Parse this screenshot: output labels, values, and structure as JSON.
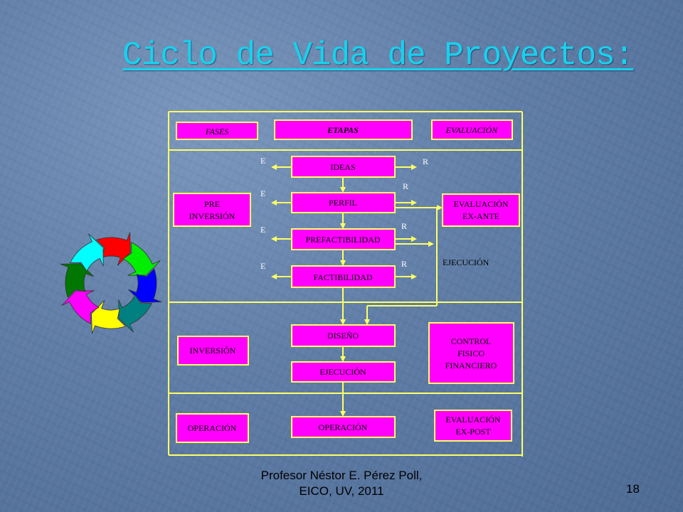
{
  "slide": {
    "title": "Ciclo de Vida de Proyectos:",
    "footer_line1": "Profesor Néstor E. Pérez Poll,",
    "footer_line2": "EICO, UV, 2011",
    "page_number": "18"
  },
  "diagram": {
    "headers": {
      "fases": "FASES",
      "etapas": "ETAPAS",
      "evaluacion": "EVALUACIÓN"
    },
    "fases": {
      "pre_line1": "PRE",
      "pre_line2": "INVERSIÓN",
      "inversion": "INVERSIÓN",
      "operacion": "OPERACIÓN"
    },
    "etapas": {
      "ideas": "IDEAS",
      "perfil": "PERFIL",
      "prefactibilidad": "PREFACTIBILIDAD",
      "factibilidad": "FACTIBILIDAD",
      "diseno": "DISEÑO",
      "ejecucion": "EJECUCIÓN",
      "operacion": "OPERACIÓN"
    },
    "evaluacion": {
      "exante_line1": "EVALUACIÓN",
      "exante_line2": "EX-ANTE",
      "control_line1": "CONTROL",
      "control_line2": "FISICO",
      "control_line3": "FINANCIERO",
      "expost_line1": "EVALUACIÓN",
      "expost_line2": "EX-POST"
    },
    "flow_labels": {
      "e": "E",
      "r": "R",
      "ejecucion_label": "EJECUCIÓN"
    },
    "colors": {
      "box_fill": "#ff00ff",
      "box_border": "#ffff66",
      "line": "#ffff66",
      "title": "#16d2ee"
    }
  },
  "cycle_icon": {
    "colors": [
      "#ff0000",
      "#00ee00",
      "#0000ff",
      "#008080",
      "#ffff00",
      "#ff00ff",
      "#007700",
      "#00ffff"
    ]
  }
}
